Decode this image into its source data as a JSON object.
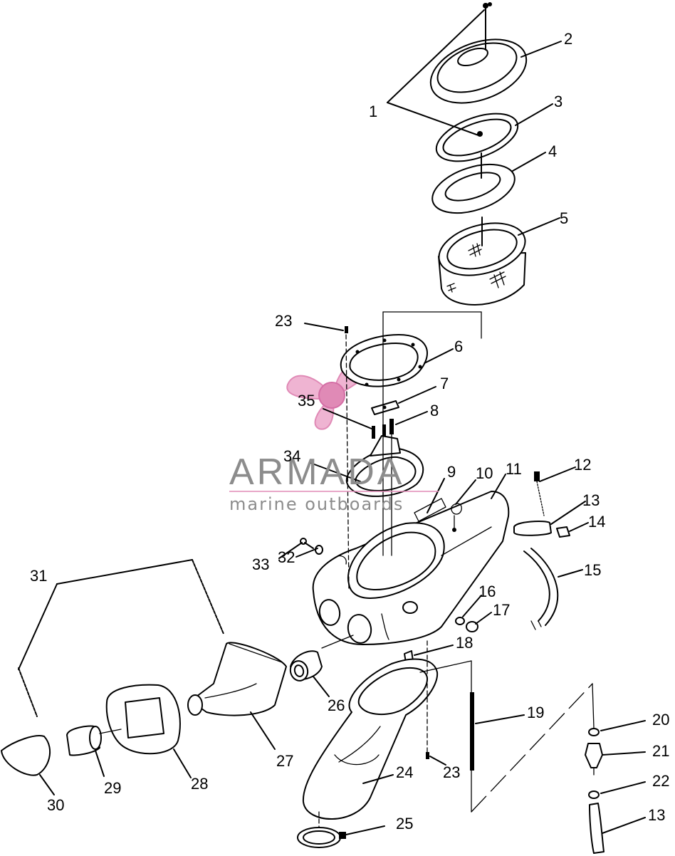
{
  "watermark": {
    "brand": "ARMADA",
    "tagline": "marine outboards",
    "accent_color": "#e08ab6",
    "text_color": "#8c8c8c"
  },
  "labels": {
    "l1": "1",
    "l2": "2",
    "l3": "3",
    "l4": "4",
    "l5": "5",
    "l6": "6",
    "l7": "7",
    "l8": "8",
    "l9": "9",
    "l10": "10",
    "l11": "11",
    "l12": "12",
    "l13a": "13",
    "l14": "14",
    "l15": "15",
    "l16": "16",
    "l17": "17",
    "l18": "18",
    "l19": "19",
    "l20": "20",
    "l21": "21",
    "l22": "22",
    "l13b": "13",
    "l23a": "23",
    "l23b": "23",
    "l24": "24",
    "l25": "25",
    "l26": "26",
    "l27": "27",
    "l28": "28",
    "l29": "29",
    "l30": "30",
    "l31": "31",
    "l32": "32",
    "l33": "33",
    "l34": "34",
    "l35": "35"
  }
}
